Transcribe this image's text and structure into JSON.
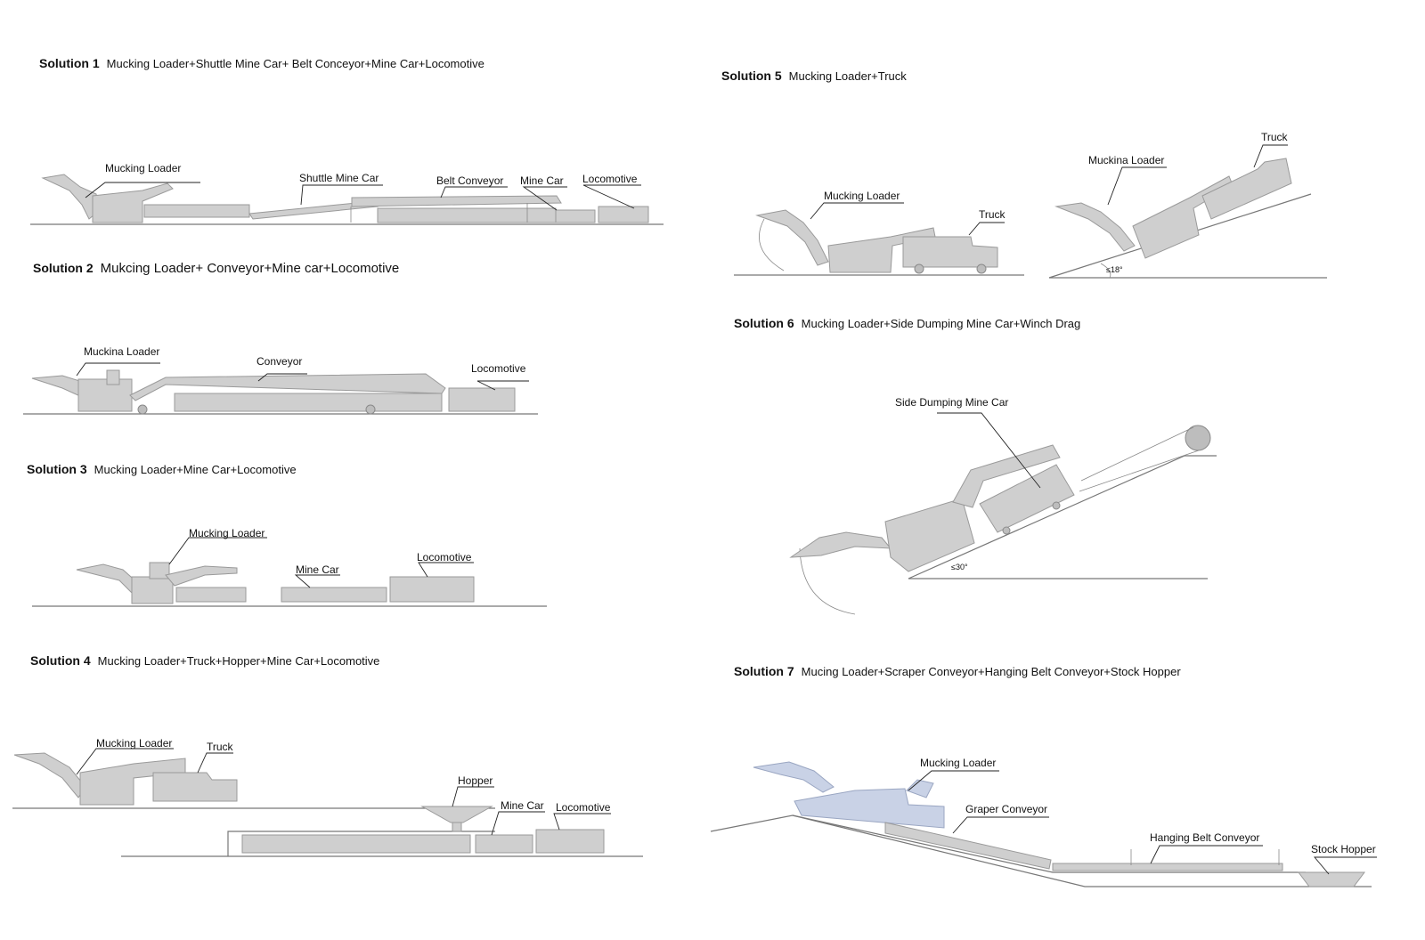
{
  "solutions": [
    {
      "number": "Solution 1",
      "description": "Mucking Loader+Shuttle Mine Car+ Belt Conceyor+Mine Car+Locomotive",
      "labels": [
        "Mucking Loader",
        "Shuttle Mine Car",
        "Belt Conveyor",
        "Mine Car",
        "Locomotive"
      ]
    },
    {
      "number": "Solution 2",
      "description": "Mukcing Loader+ Conveyor+Mine car+Locomotive",
      "labels": [
        "Muckina Loader",
        "Conveyor",
        "Locomotive"
      ]
    },
    {
      "number": "Solution 3",
      "description": "Mucking Loader+Mine Car+Locomotive",
      "labels": [
        "Mucking Loader",
        "Mine Car",
        "Locomotive"
      ]
    },
    {
      "number": "Solution 4",
      "description": "Mucking Loader+Truck+Hopper+Mine Car+Locomotive",
      "labels": [
        "Mucking Loader",
        "Truck",
        "Hopper",
        "Mine Car",
        "Locomotive"
      ]
    },
    {
      "number": "Solution 5",
      "description": "Mucking Loader+Truck",
      "labels": [
        "Mucking Loader",
        "Truck",
        "Muckina Loader",
        "Truck",
        "≤18°"
      ]
    },
    {
      "number": "Solution 6",
      "description": "Mucking Loader+Side Dumping Mine Car+Winch Drag",
      "labels": [
        "Side Dumping Mine Car",
        "≤30°"
      ]
    },
    {
      "number": "Solution 7",
      "description": "Mucing Loader+Scraper Conveyor+Hanging Belt Conveyor+Stock Hopper",
      "labels": [
        "Mucking Loader",
        "Graper Conveyor",
        "Hanging Belt Conveyor",
        "Stock Hopper"
      ]
    }
  ],
  "colors": {
    "machine": "#cfcfcf",
    "outline": "#9a9a9a",
    "loader_s7": "#c9d2e6",
    "text": "#111111"
  }
}
